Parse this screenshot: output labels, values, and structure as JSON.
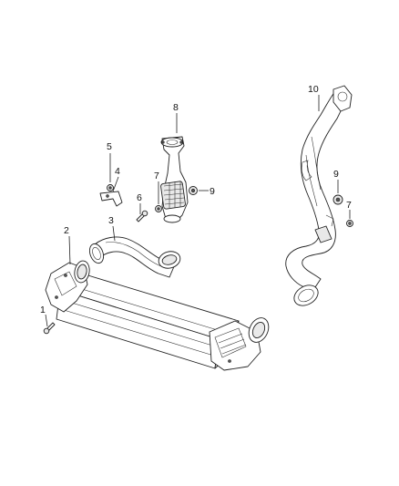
{
  "callouts": [
    {
      "id": "c1",
      "label": "1"
    },
    {
      "id": "c2",
      "label": "2"
    },
    {
      "id": "c3",
      "label": "3"
    },
    {
      "id": "c4",
      "label": "4"
    },
    {
      "id": "c5",
      "label": "5"
    },
    {
      "id": "c6",
      "label": "6"
    },
    {
      "id": "c7a",
      "label": "7"
    },
    {
      "id": "c8",
      "label": "8"
    },
    {
      "id": "c9a",
      "label": "9"
    },
    {
      "id": "c10",
      "label": "10"
    },
    {
      "id": "c9b",
      "label": "9"
    },
    {
      "id": "c7b",
      "label": "7"
    }
  ]
}
